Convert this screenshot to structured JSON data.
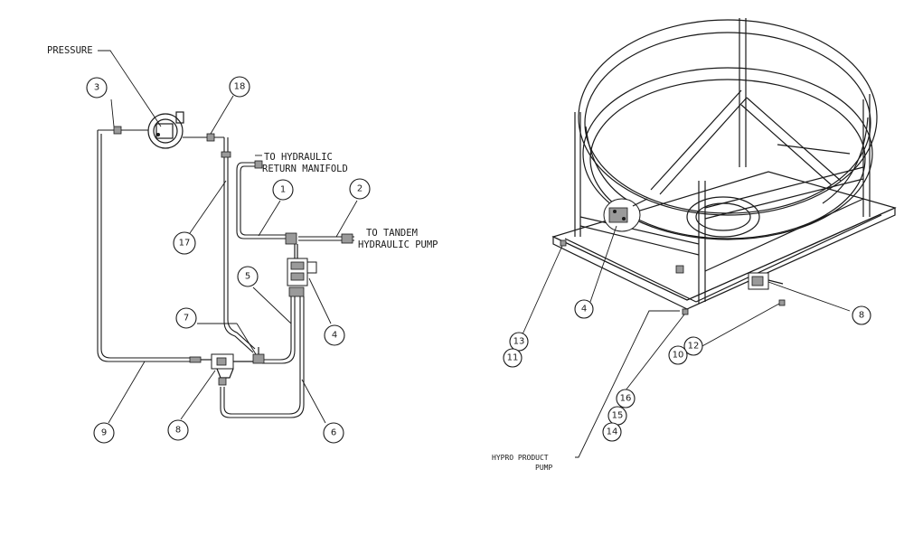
{
  "labels": {
    "pressure": "PRESSURE",
    "return_line1": "TO HYDRAULIC",
    "return_line2": "RETURN MANIFOLD",
    "tandem_line1": "TO TANDEM",
    "tandem_line2": "HYDRAULIC PUMP",
    "hypro_line1": "HYPRO PRODUCT",
    "hypro_line2": "PUMP"
  },
  "callouts_left": {
    "c1": "1",
    "c2": "2",
    "c3": "3",
    "c4": "4",
    "c5": "5",
    "c6": "6",
    "c7": "7",
    "c8": "8",
    "c9": "9",
    "c17": "17",
    "c18": "18"
  },
  "callouts_right": {
    "c4": "4",
    "c8": "8",
    "c10": "10",
    "c11": "11",
    "c12": "12",
    "c13": "13",
    "c14": "14",
    "c15": "15",
    "c16": "16"
  }
}
